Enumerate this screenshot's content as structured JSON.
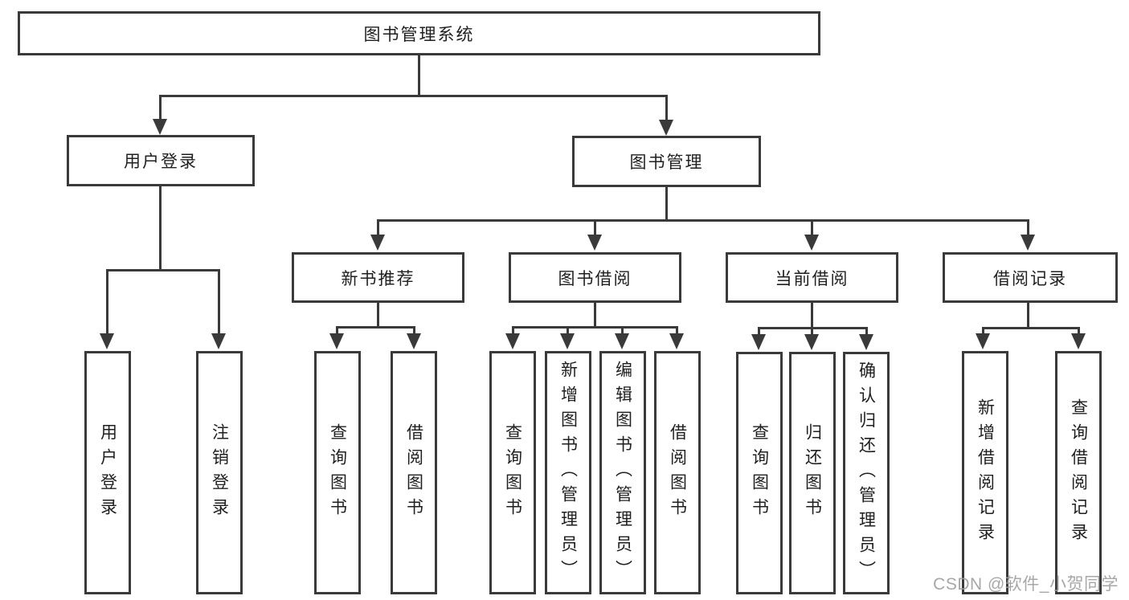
{
  "colors": {
    "line": "#3a3a3a",
    "text": "#1f1f1f",
    "background": "#ffffff",
    "watermark": "#9e9e9e"
  },
  "watermark": {
    "text": "CSDN @软件_小贺同学"
  },
  "diagram": {
    "root": {
      "label": "图书管理系统"
    },
    "level2": [
      {
        "label": "用户登录",
        "children": [
          {
            "label": "用户登录"
          },
          {
            "label": "注销登录"
          }
        ]
      },
      {
        "label": "图书管理",
        "children": [
          {
            "label": "新书推荐",
            "children": [
              {
                "label": "查询图书"
              },
              {
                "label": "借阅图书"
              }
            ]
          },
          {
            "label": "图书借阅",
            "children": [
              {
                "label": "查询图书"
              },
              {
                "label": "新增图书（管理员）"
              },
              {
                "label": "编辑图书（管理员）"
              },
              {
                "label": "借阅图书"
              }
            ]
          },
          {
            "label": "当前借阅",
            "children": [
              {
                "label": "查询图书"
              },
              {
                "label": "归还图书"
              },
              {
                "label": "确认归还（管理员）"
              }
            ]
          },
          {
            "label": "借阅记录",
            "children": [
              {
                "label": "新增借阅记录"
              },
              {
                "label": "查询借阅记录"
              }
            ]
          }
        ]
      }
    ]
  }
}
